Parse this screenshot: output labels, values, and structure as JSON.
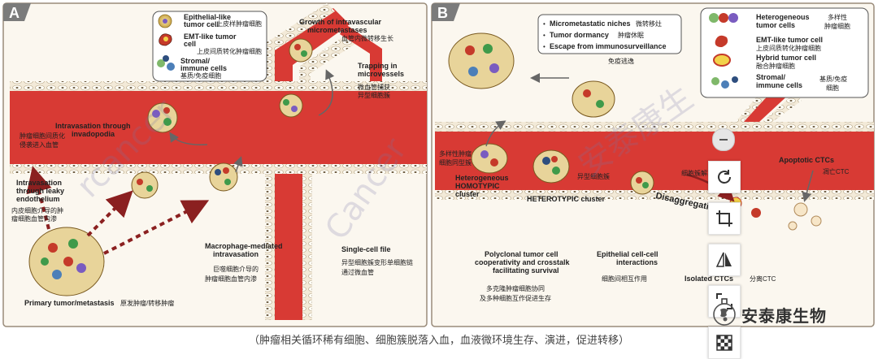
{
  "panel_a": {
    "letter": "A",
    "legend": {
      "epithelial_en": "Epithelial-like",
      "epithelial_en2": "tumor cell",
      "epithelial_zh": "上皮样肿瘤细胞",
      "emt_en": "EMT-like tumor",
      "emt_en2": "cell",
      "emt_zh": "上皮间质转化肿瘤细胞",
      "stromal_en": "Stromal/",
      "stromal_en2": "immune cells",
      "stromal_zh": "基质/免疫细胞"
    },
    "growth_en1": "Growth of intravascular",
    "growth_en2": "micrometastases",
    "growth_zh": "血管内微转移生长",
    "trapping_en1": "Trapping in",
    "trapping_en2": "microvessels",
    "trapping_zh1": "微血管捕获",
    "trapping_zh2": "异型细胞簇",
    "invado_en1": "Intravasation through",
    "invado_en2": "invadopodia",
    "invado_zh1": "肿瘤细胞间质化",
    "invado_zh2": "侵袭进入血管",
    "leaky_en1": "Intravasation",
    "leaky_en2": "through leaky",
    "leaky_en3": "endothelium",
    "leaky_zh1": "内皮细胞介导的肿",
    "leaky_zh2": "瘤细胞血管内渗",
    "macro_en1": "Macrophage-mediated",
    "macro_en2": "intravasation",
    "macro_zh1": "巨噬细胞介导的",
    "macro_zh2": "肿瘤细胞血管内渗",
    "single_en": "Single-cell file",
    "single_zh1": "异型细胞簇变形单细胞链",
    "single_zh2": "通过微血管",
    "primary_en": "Primary tumor/metastasis",
    "primary_zh": "原发肿瘤/转移肿瘤"
  },
  "panel_b": {
    "letter": "B",
    "niche": {
      "niches_en": "Micrometastatic niches",
      "niches_zh": "微转移灶",
      "dormancy_en": "Tumor dormancy",
      "dormancy_zh": "肿瘤休眠",
      "escape_en": "Escape from immunosurveillance",
      "escape_zh": "免疫逃逸"
    },
    "legend": {
      "hetero_en1": "Heterogeneous",
      "hetero_en2": "tumor cells",
      "hetero_zh1": "多样性",
      "hetero_zh2": "肿瘤细胞",
      "emt_en": "EMT-like tumor cell",
      "emt_zh": "上皮间质转化肿瘤细胞",
      "hybrid_en": "Hybrid tumor cell",
      "hybrid_zh": "融合肿瘤细胞",
      "stromal_en1": "Stromal/",
      "stromal_en2": "immune cells",
      "stromal_zh1": "基质/免疫",
      "stromal_zh2": "细胞"
    },
    "homo_zh1": "多样性肿瘤",
    "homo_zh2": "细胞同型簇",
    "homo_en1": "Heterogeneous",
    "homo_en2": "HOMOTYPIC",
    "homo_en3": "cluster",
    "hetero_zh": "异型细胞簇",
    "hetero_en": "HETEROTYPIC cluster",
    "disagg_zh": "细胞簇解离",
    "disagg_en": "Disaggregation",
    "apoptotic_en": "Apoptotic CTCs",
    "apoptotic_zh": "凋亡CTC",
    "polyclonal_en1": "Polyclonal tumor cell",
    "polyclonal_en2": "cooperativity and crosstalk",
    "polyclonal_en3": "facilitating survival",
    "polyclonal_zh1": "多克隆肿瘤细胞协同",
    "polyclonal_zh2": "及多种细胞互作促进生存",
    "epi_en1": "Epithelial cell-cell",
    "epi_en2": "interactions",
    "epi_zh": "细胞间相互作用",
    "isolated_en": "Isolated CTCs",
    "isolated_zh": "分离CTC"
  },
  "caption": "（肿瘤相关循环稀有细胞、细胞簇脱落入血，血液微环境生存、演进，促进转移）",
  "brand": "安泰康生物",
  "toolbar": {
    "minus_icon": "minus-circle-icon",
    "rotate_icon": "rotate-icon",
    "crop_icon": "crop-icon",
    "flip_icon": "flip-icon",
    "expand_icon": "expand-icon",
    "mosaic_icon": "mosaic-icon"
  },
  "colors": {
    "vessel": "#d83a34",
    "vessel_light": "#e86a5e",
    "panel_border": "#9a8c7a",
    "panel_bg": "#fbf7ef",
    "header_tab": "#7b7b7b",
    "arrow_red": "#9a2a2a"
  }
}
